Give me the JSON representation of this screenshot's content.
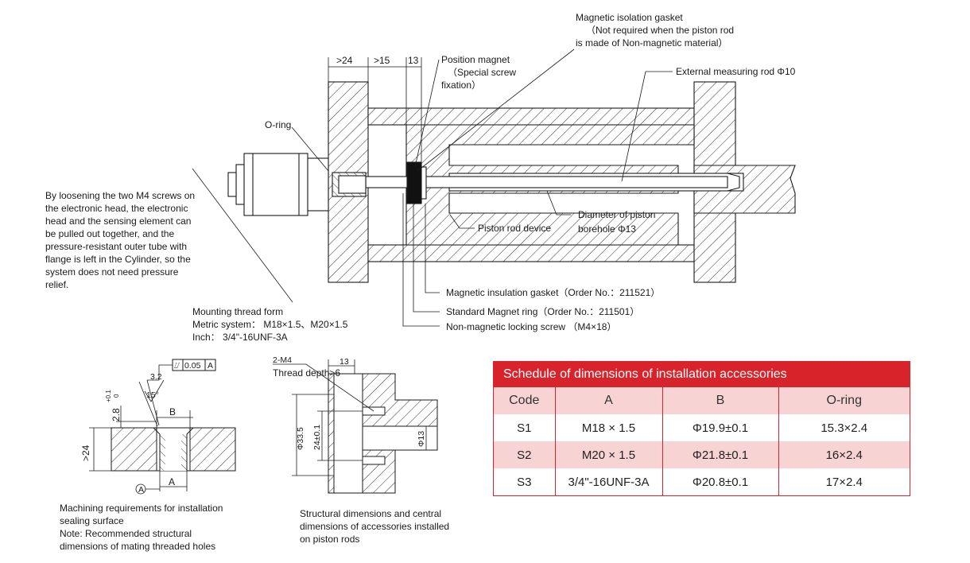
{
  "main_drawing": {
    "dims_top": {
      "d24": ">24",
      "d15": ">15",
      "d13": "13"
    },
    "labels": {
      "magnetic_isolation_gasket": [
        "Magnetic isolation gasket",
        "（Not required when the piston rod",
        "is made of Non-magnetic material）"
      ],
      "position_magnet": [
        "Position magnet",
        "（Special screw",
        "fixation）"
      ],
      "external_measuring_rod": "External measuring rod Φ10",
      "o_ring": "O-ring",
      "piston_rod_device": "Piston rod device",
      "piston_borehole": [
        "Diameter of piston",
        "borehole Φ13"
      ],
      "magnetic_insulation_gasket_order": "Magnetic insulation gasket（Order No.：211521）",
      "standard_magnet_ring_order": "Standard Magnet ring（Order No.：211501）",
      "non_magnetic_locking_screw": "Non-magnetic locking screw （M4×18）",
      "mounting_thread": [
        "Mounting thread form",
        "Metric system： M18×1.5、M20×1.5",
        "Inch： 3/4\"-16UNF-3A"
      ]
    },
    "note_lines": [
      "By loosening the two M4 screws on",
      "the electronic head, the electronic",
      "head and the sensing element can",
      "be pulled out together, and the",
      "pressure-resistant outer tube with",
      "flange is left in the Cylinder, so the",
      "system does not need pressure",
      "relief."
    ]
  },
  "machining_detail": {
    "tolerance_box": [
      "⌰",
      "0.05",
      "A"
    ],
    "roughness": "3.2",
    "angle": "15°",
    "dim_b": "B",
    "dim_a": "A",
    "depth_label": "2.8",
    "tol_plus": "+0.1",
    "tol_zero": "0",
    "length_label": ">24",
    "datum": "A",
    "caption": [
      "Machining requirements for installation",
      "sealing surface",
      "Note: Recommended structural",
      "dimensions of mating threaded holes"
    ]
  },
  "accessory_detail": {
    "thread_label": "2-M4",
    "thread_depth": "Thread depth>6",
    "dim_13": "13",
    "dim_335": "Φ33.5",
    "dim_24": "24±0.1",
    "dim_phi13": "Φ13",
    "caption": [
      "Structural dimensions and central",
      "dimensions of accessories installed",
      "on piston rods"
    ]
  },
  "schedule": {
    "title": "Schedule of dimensions of installation accessories",
    "headers": [
      "Code",
      "A",
      "B",
      "O-ring"
    ],
    "rows": [
      [
        "S1",
        "M18 × 1.5",
        "Φ19.9±0.1",
        "15.3×2.4"
      ],
      [
        "S2",
        "M20 × 1.5",
        "Φ21.8±0.1",
        "16×2.4"
      ],
      [
        "S3",
        "3/4\"-16UNF-3A",
        "Φ20.8±0.1",
        "17×2.4"
      ]
    ]
  },
  "colors": {
    "accent": "#d8232a",
    "row_tint": "#f8d3d4",
    "line": "#1a1a1a"
  }
}
